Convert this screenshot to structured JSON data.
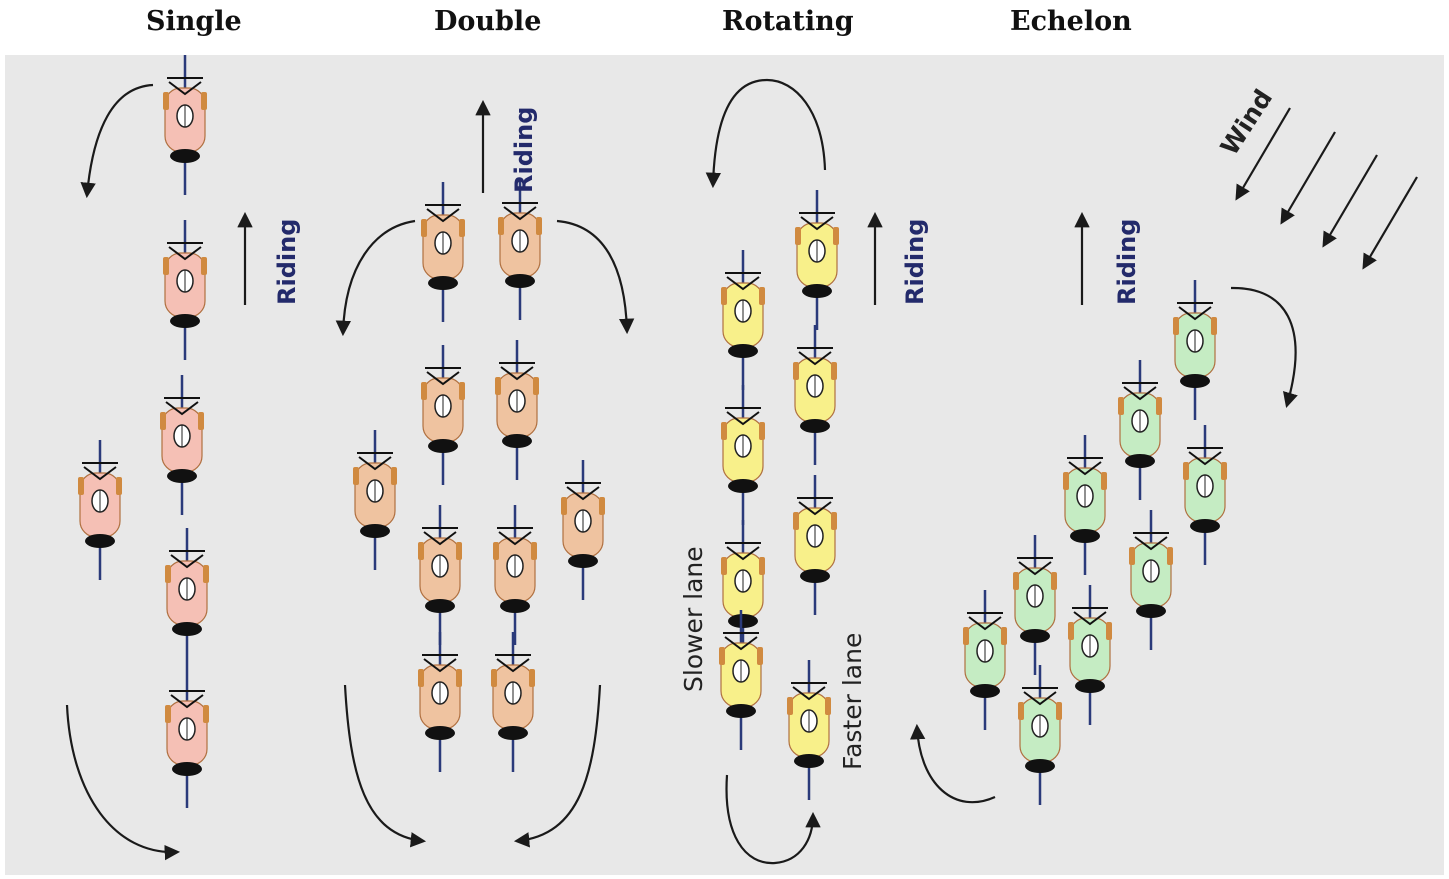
{
  "titles": {
    "single": "Single",
    "double": "Double",
    "rotating": "Rotating",
    "echelon": "Echelon"
  },
  "labels": {
    "riding": "Riding",
    "slower_lane": "Slower lane",
    "faster_lane": "Faster lane",
    "wind": "Wind"
  },
  "colors": {
    "background": "#e8e8e8",
    "single_rider": "#f5c0b5",
    "double_rider": "#efc3a0",
    "rotating_rider": "#f8f08a",
    "echelon_rider": "#c5ecc3",
    "arrow": "#1a1a1a",
    "riding_label": "#232a6b"
  }
}
